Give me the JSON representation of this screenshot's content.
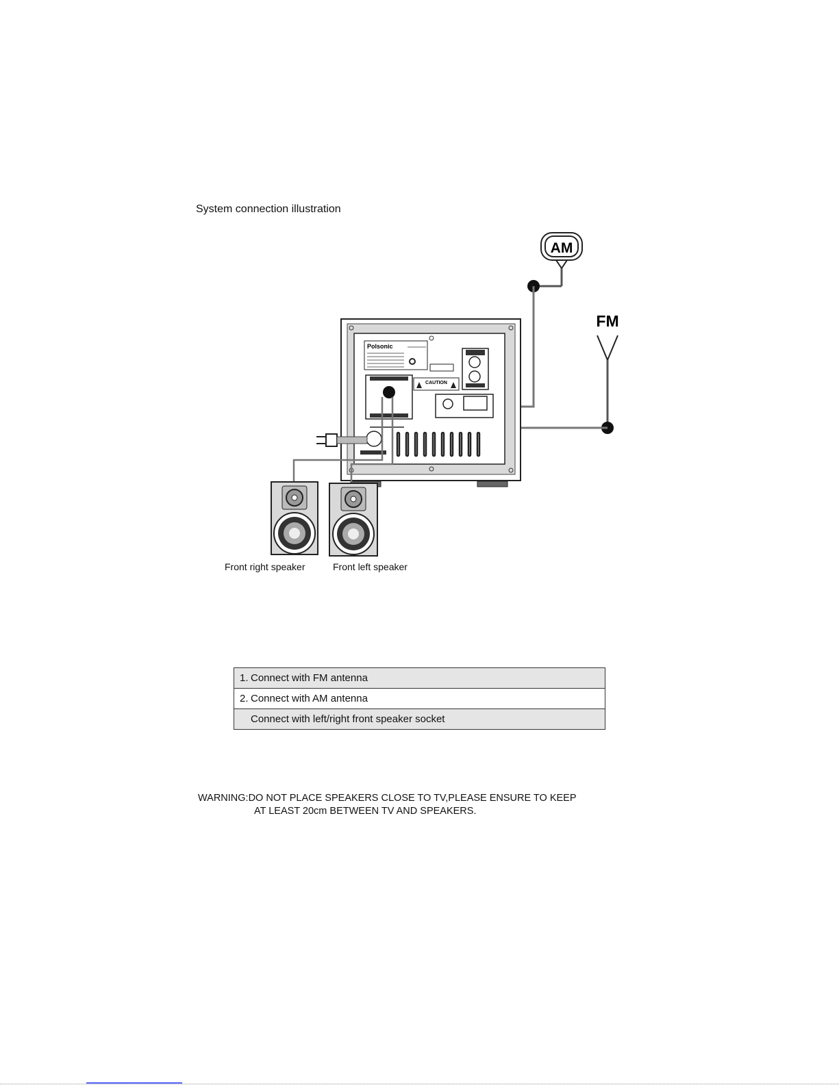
{
  "title": "System connection illustration",
  "diagram": {
    "am_label": "AM",
    "fm_label": "FM",
    "brand": "Polsonic",
    "caution": "CAUTION",
    "captions": {
      "front_right": "Front right speaker",
      "front_left": "Front left speaker"
    }
  },
  "legend": [
    {
      "num": "1.",
      "text": "Connect with FM antenna"
    },
    {
      "num": "2.",
      "text": "Connect with AM  antenna"
    },
    {
      "num": "",
      "text": "Connect with left/right front speaker socket"
    }
  ],
  "warning": {
    "line1": "WARNING:DO NOT PLACE SPEAKERS CLOSE TO TV,PLEASE ENSURE TO KEEP",
    "line2": "AT LEAST 20cm BETWEEN TV AND SPEAKERS."
  }
}
